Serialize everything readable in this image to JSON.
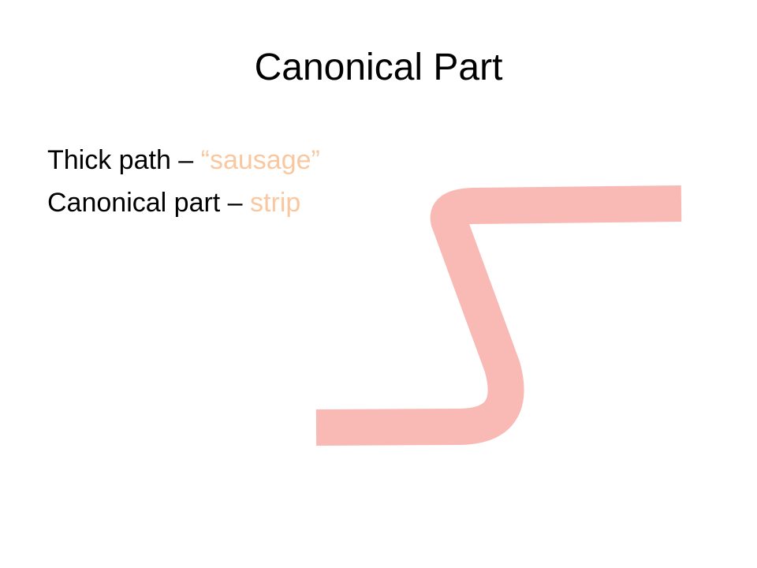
{
  "slide": {
    "title": "Canonical Part",
    "bullets": [
      {
        "prefix": "Thick path – ",
        "highlight": "“sausage”"
      },
      {
        "prefix": "Canonical part – ",
        "highlight": "strip"
      }
    ]
  },
  "colors": {
    "text": "#000000",
    "highlight": "#f9c8a0",
    "strip_fill": "#f9bab5",
    "background": "#ffffff"
  }
}
